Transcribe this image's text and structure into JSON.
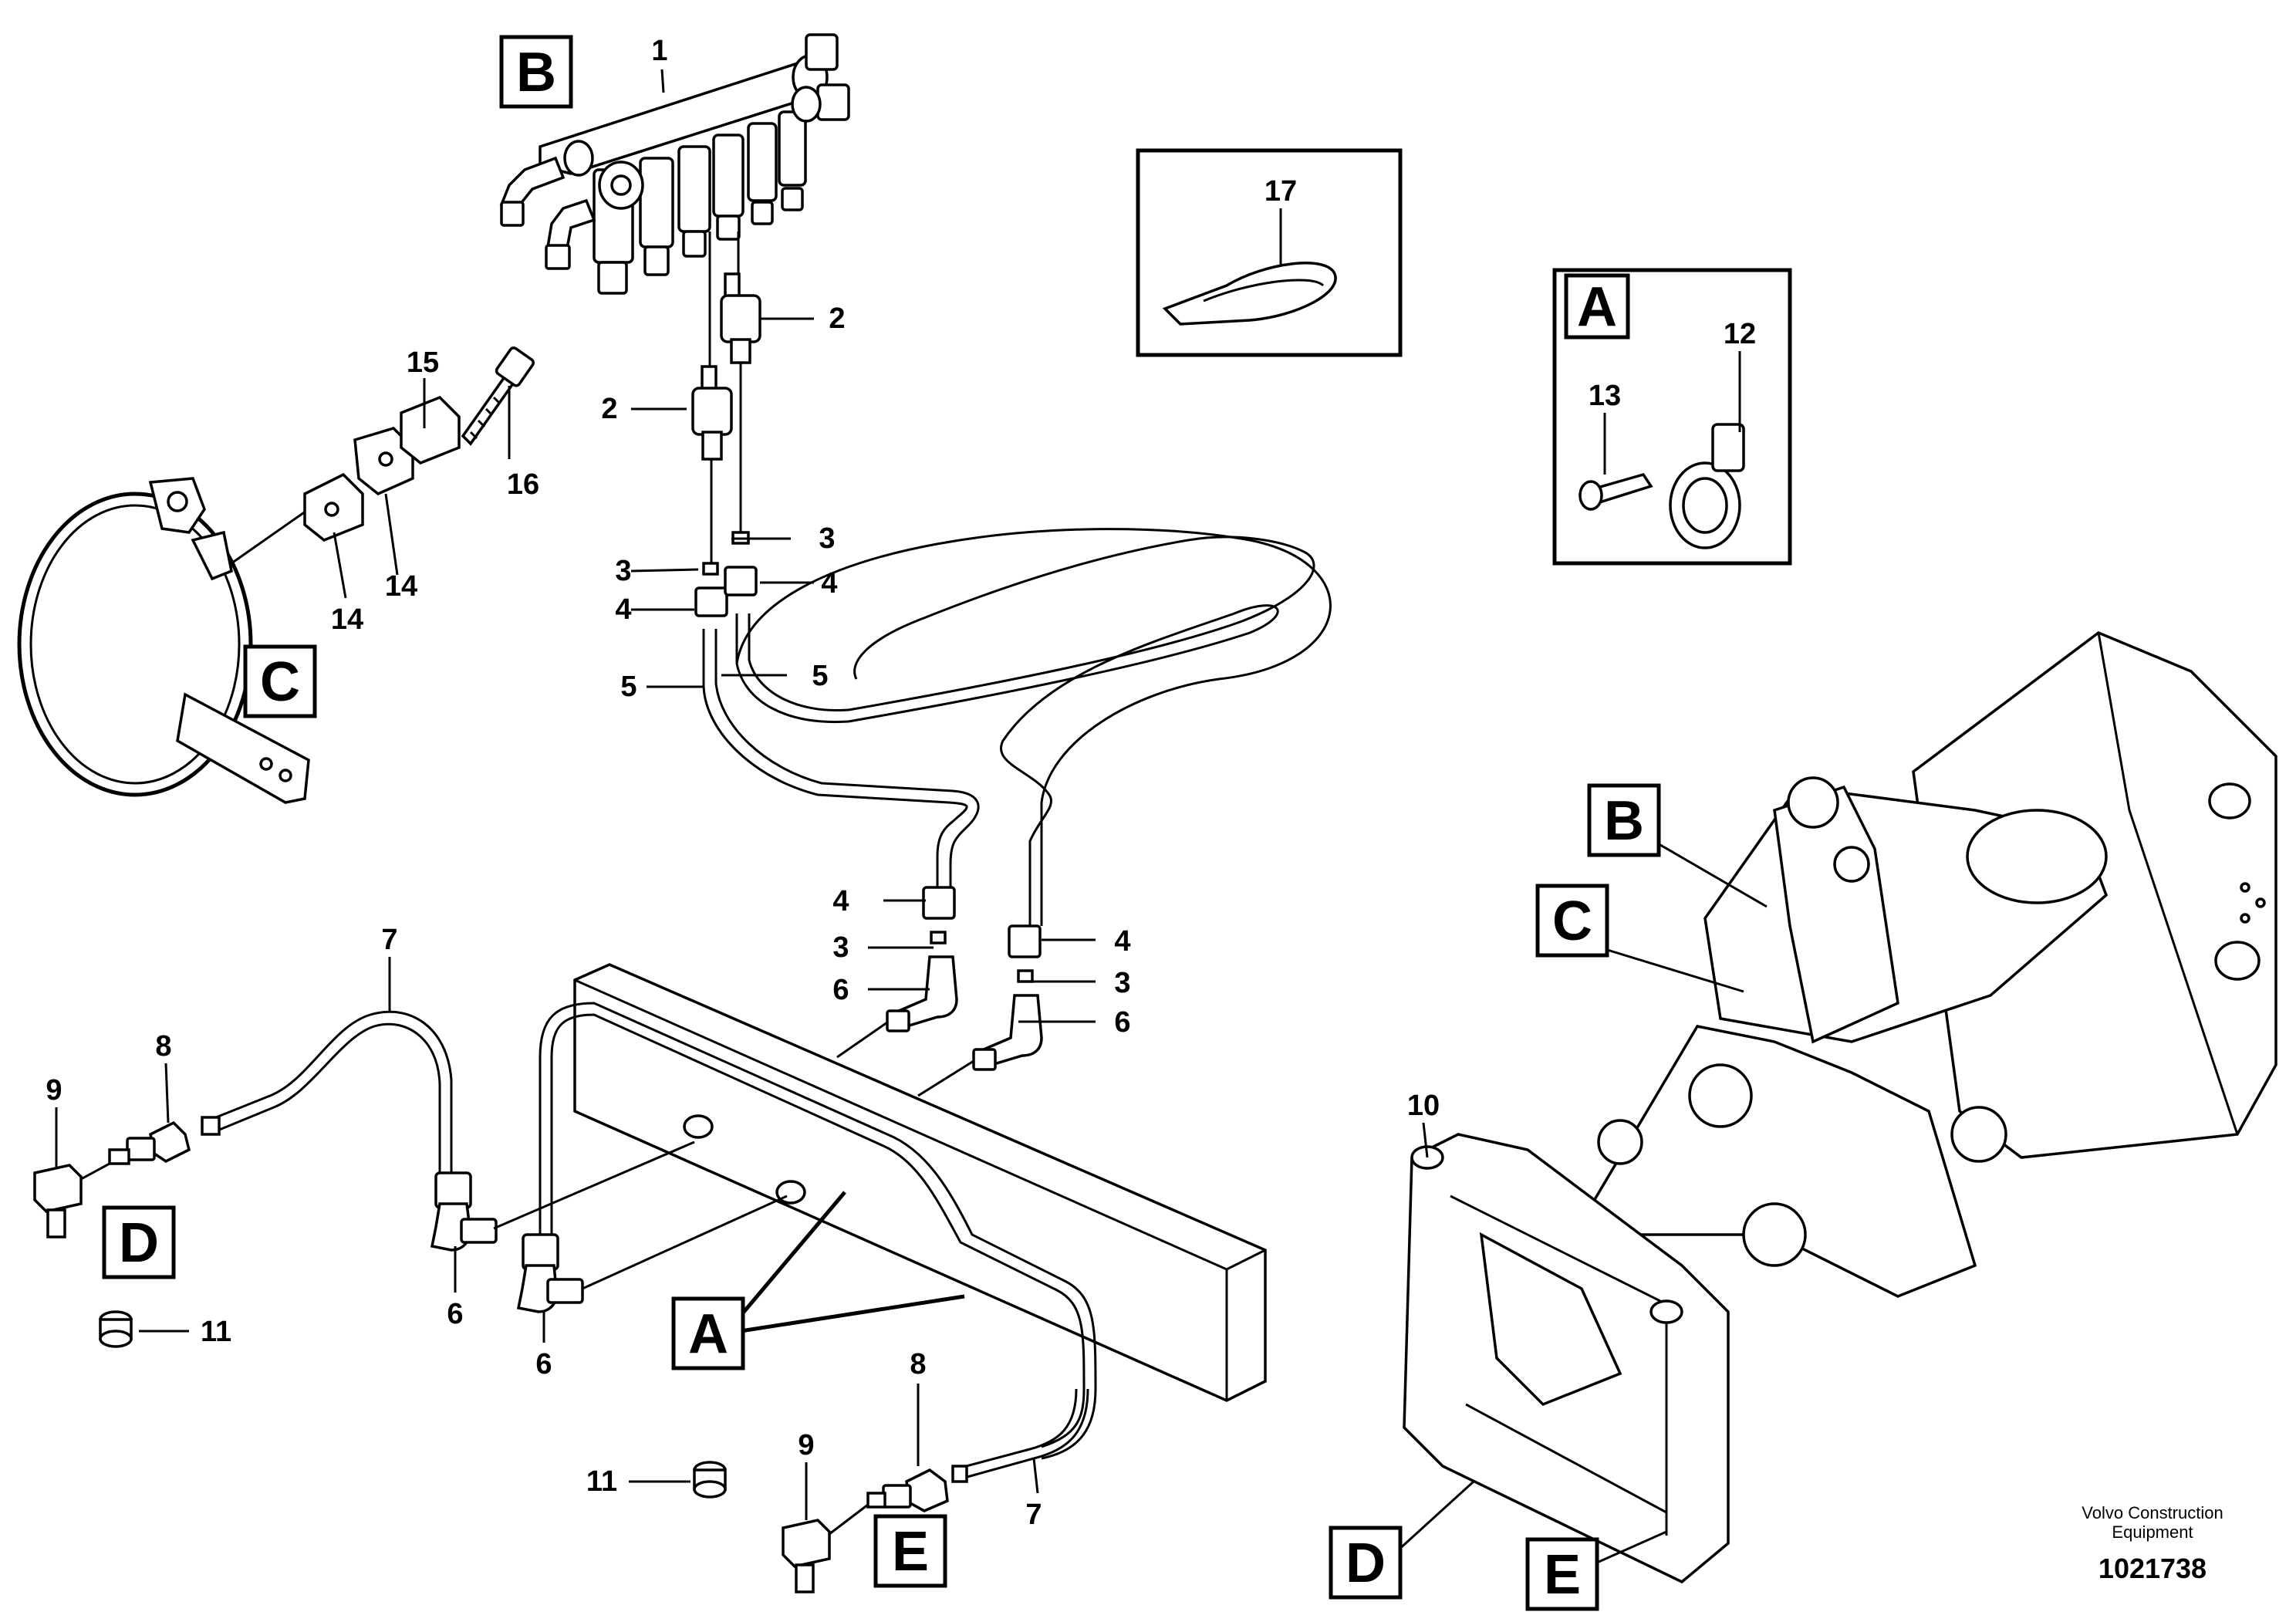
{
  "callouts": {
    "p1": "1",
    "p2a": "2",
    "p2b": "2",
    "p3a": "3",
    "p3b": "3",
    "p3c": "3",
    "p3d": "3",
    "p4a": "4",
    "p4b": "4",
    "p4c": "4",
    "p4d": "4",
    "p5a": "5",
    "p5b": "5",
    "p6a": "6",
    "p6b": "6",
    "p6c": "6",
    "p6d": "6",
    "p7a": "7",
    "p7b": "7",
    "p8a": "8",
    "p8b": "8",
    "p9a": "9",
    "p9b": "9",
    "p10": "10",
    "p11a": "11",
    "p11b": "11",
    "p12": "12",
    "p13": "13",
    "p14a": "14",
    "p14b": "14",
    "p15": "15",
    "p16": "16",
    "p17": "17"
  },
  "view_labels": {
    "B_top": "B",
    "A_inset": "A",
    "C_left": "C",
    "D_left": "D",
    "A_center": "A",
    "E_center": "E",
    "B_machine": "B",
    "C_machine": "C",
    "D_machine": "D",
    "E_machine": "E"
  },
  "footer": {
    "company_line1": "Volvo Construction",
    "company_line2": "Equipment",
    "drawing_number": "1021738"
  }
}
